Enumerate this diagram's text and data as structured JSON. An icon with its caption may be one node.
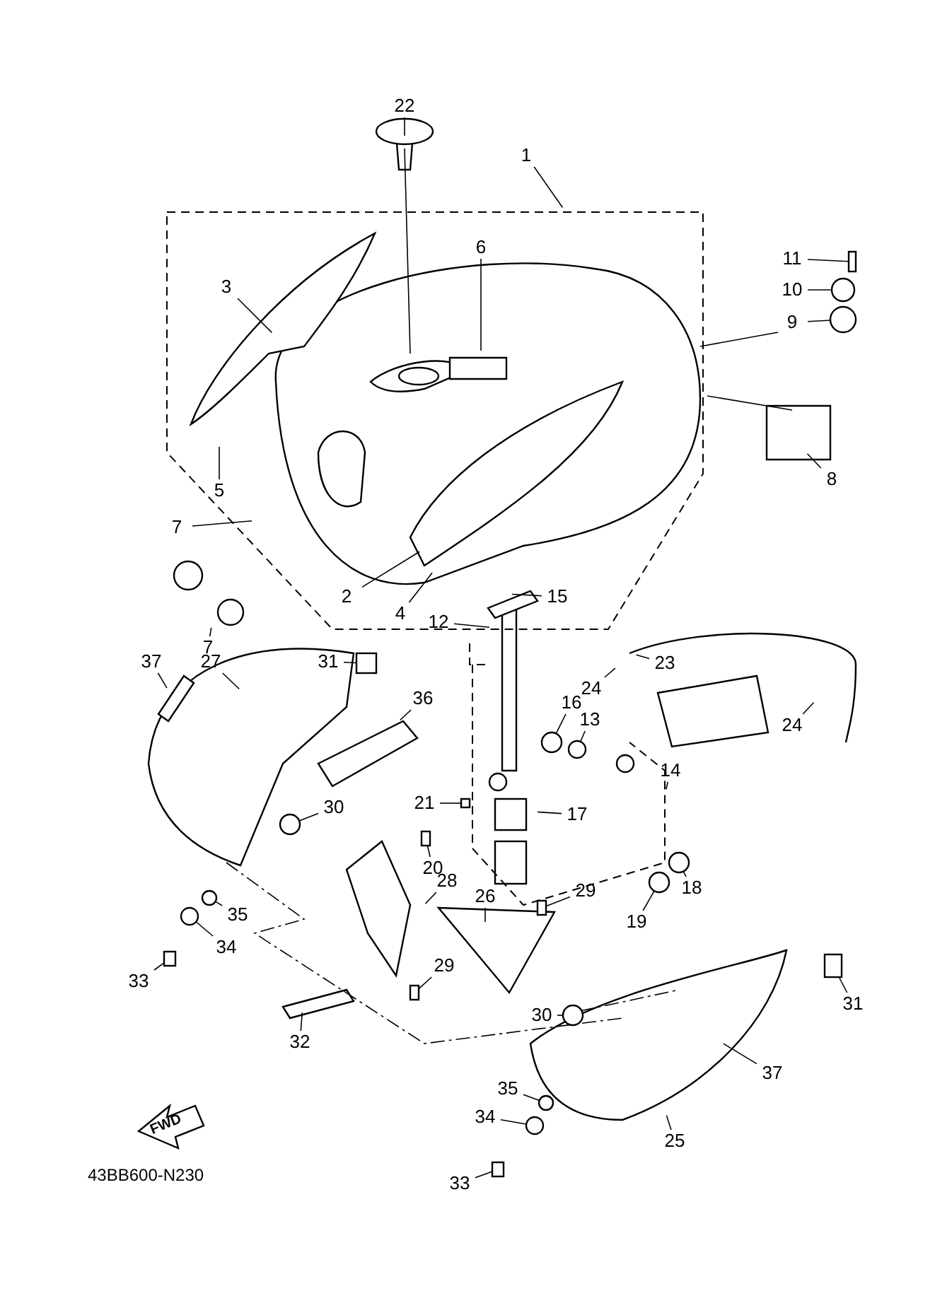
{
  "diagram": {
    "nodes": [
      {
        "text": [
          "22"
        ]
      },
      {
        "text": [
          "1"
        ]
      },
      {
        "text": [
          "6"
        ]
      },
      {
        "text": [
          "11"
        ]
      },
      {
        "text": [
          "3"
        ]
      },
      {
        "text": [
          "10"
        ]
      },
      {
        "text": [
          "9"
        ]
      },
      {
        "text": [
          "8"
        ]
      },
      {
        "text": [
          "5"
        ]
      },
      {
        "text": [
          "7"
        ]
      },
      {
        "text": [
          "15"
        ]
      },
      {
        "text": [
          "2"
        ]
      },
      {
        "text": [
          "4"
        ]
      },
      {
        "text": [
          "12"
        ]
      },
      {
        "text": [
          "7"
        ]
      },
      {
        "text": [
          "31"
        ]
      },
      {
        "text": [
          "37"
        ]
      },
      {
        "text": [
          "27"
        ]
      },
      {
        "text": [
          "23"
        ]
      },
      {
        "text": [
          "24"
        ]
      },
      {
        "text": [
          "36"
        ]
      },
      {
        "text": [
          "16"
        ]
      },
      {
        "text": [
          "13"
        ]
      },
      {
        "text": [
          "24"
        ]
      },
      {
        "text": [
          "14"
        ]
      },
      {
        "text": [
          "21"
        ]
      },
      {
        "text": [
          "30"
        ]
      },
      {
        "text": [
          "17"
        ]
      },
      {
        "text": [
          "20"
        ]
      },
      {
        "text": [
          "28"
        ]
      },
      {
        "text": [
          "18"
        ]
      },
      {
        "text": [
          "26"
        ]
      },
      {
        "text": [
          "29"
        ]
      },
      {
        "text": [
          "19"
        ]
      },
      {
        "text": [
          "35"
        ]
      },
      {
        "text": [
          "34"
        ]
      },
      {
        "text": [
          "33"
        ]
      },
      {
        "text": [
          "29"
        ]
      },
      {
        "text": [
          "31"
        ]
      },
      {
        "text": [
          "30"
        ]
      },
      {
        "text": [
          "32"
        ]
      },
      {
        "text": [
          "37"
        ]
      },
      {
        "text": [
          "35"
        ]
      },
      {
        "text": [
          "34"
        ]
      },
      {
        "text": [
          "25"
        ]
      },
      {
        "text": [
          "33"
        ]
      },
      {
        "text": [],
        "shape": "box"
      },
      {
        "text": [],
        "shape": "circle"
      },
      {
        "text": [],
        "shape": "circle"
      },
      {
        "text": [],
        "shape": "circle"
      },
      {
        "text": [],
        "shape": "circle"
      },
      {
        "text": [],
        "shape": "box"
      },
      {
        "text": [],
        "shape": "box"
      },
      {
        "text": [],
        "shape": "circle"
      },
      {
        "text": [],
        "shape": "circle"
      },
      {
        "text": [],
        "shape": "box"
      },
      {
        "text": [],
        "shape": "circle"
      },
      {
        "text": [],
        "shape": "circle"
      },
      {
        "text": [],
        "shape": "box"
      },
      {
        "text": [],
        "shape": "box"
      },
      {
        "text": [],
        "shape": "box"
      },
      {
        "text": [],
        "shape": "circle"
      },
      {
        "text": [],
        "shape": "circle"
      },
      {
        "text": [],
        "shape": "circle"
      },
      {
        "text": [],
        "shape": "box"
      },
      {
        "text": [],
        "shape": "circle"
      },
      {
        "text": [],
        "shape": "box"
      }
    ],
    "edges": [
      {
        "from": 0,
        "to": null,
        "arrow": "none"
      },
      {
        "from": 1,
        "to": null,
        "arrow": "none"
      },
      {
        "from": 2,
        "to": null,
        "arrow": "none"
      },
      {
        "from": 3,
        "to": 46,
        "arrow": "none"
      },
      {
        "from": 4,
        "to": null,
        "arrow": "none"
      },
      {
        "from": 5,
        "to": 47,
        "arrow": "none"
      },
      {
        "from": 6,
        "to": 48,
        "arrow": "none"
      },
      {
        "from": 7,
        "to": null,
        "arrow": "none"
      },
      {
        "from": 8,
        "to": null,
        "arrow": "none"
      },
      {
        "from": 9,
        "to": null,
        "arrow": "none"
      },
      {
        "from": 10,
        "to": null,
        "arrow": "none"
      },
      {
        "from": 11,
        "to": null,
        "arrow": "none"
      },
      {
        "from": 12,
        "to": null,
        "arrow": "none"
      },
      {
        "from": 13,
        "to": null,
        "arrow": "none"
      },
      {
        "from": 14,
        "to": null,
        "arrow": "none"
      },
      {
        "from": 15,
        "to": 66,
        "arrow": "none"
      },
      {
        "from": 16,
        "to": null,
        "arrow": "none"
      },
      {
        "from": 17,
        "to": null,
        "arrow": "none"
      },
      {
        "from": 18,
        "to": null,
        "arrow": "none"
      },
      {
        "from": 19,
        "to": null,
        "arrow": "none"
      },
      {
        "from": 20,
        "to": null,
        "arrow": "none"
      },
      {
        "from": 21,
        "to": 50,
        "arrow": "none"
      },
      {
        "from": 22,
        "to": 49,
        "arrow": "none"
      },
      {
        "from": 23,
        "to": null,
        "arrow": "none"
      },
      {
        "from": 24,
        "to": null,
        "arrow": "none"
      },
      {
        "from": 25,
        "to": 51,
        "arrow": "none"
      },
      {
        "from": 26,
        "to": 65,
        "arrow": "none"
      },
      {
        "from": 27,
        "to": null,
        "arrow": "none"
      },
      {
        "from": 28,
        "to": 52,
        "arrow": "none"
      },
      {
        "from": 29,
        "to": null,
        "arrow": "none"
      },
      {
        "from": 30,
        "to": 53,
        "arrow": "none"
      },
      {
        "from": 31,
        "to": null,
        "arrow": "none"
      },
      {
        "from": 32,
        "to": 55,
        "arrow": "none"
      },
      {
        "from": 33,
        "to": 54,
        "arrow": "none"
      },
      {
        "from": 34,
        "to": 56,
        "arrow": "none"
      },
      {
        "from": 35,
        "to": 57,
        "arrow": "none"
      },
      {
        "from": 36,
        "to": 58,
        "arrow": "none"
      },
      {
        "from": 37,
        "to": 59,
        "arrow": "none"
      },
      {
        "from": 38,
        "to": 60,
        "arrow": "none"
      },
      {
        "from": 39,
        "to": 61,
        "arrow": "none"
      },
      {
        "from": 40,
        "to": null,
        "arrow": "none"
      },
      {
        "from": 41,
        "to": null,
        "arrow": "none"
      },
      {
        "from": 42,
        "to": 62,
        "arrow": "none"
      },
      {
        "from": 43,
        "to": 63,
        "arrow": "none"
      },
      {
        "from": 44,
        "to": null,
        "arrow": "none"
      },
      {
        "from": 45,
        "to": 64,
        "arrow": "none"
      }
    ],
    "labels": [
      "FWD",
      "43BB600-N230"
    ]
  }
}
